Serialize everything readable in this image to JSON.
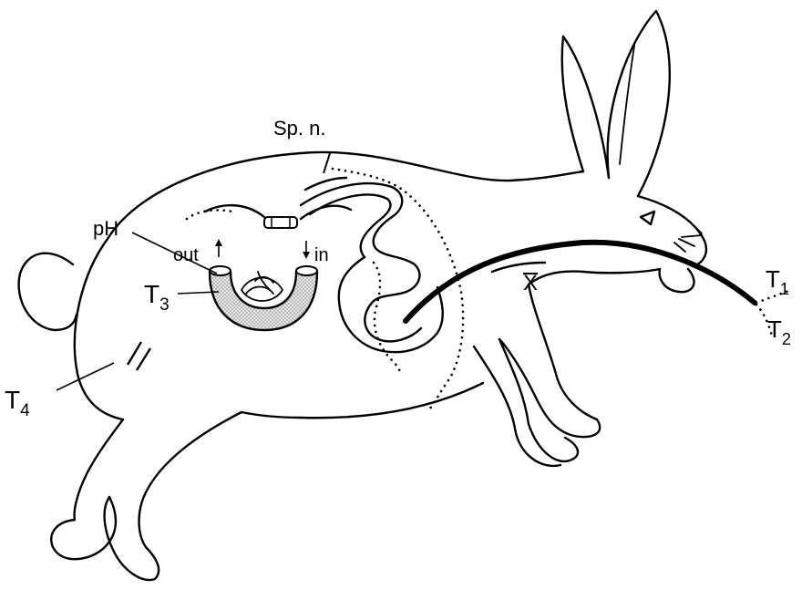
{
  "labels": {
    "sp_n": "Sp. n.",
    "ph": "pH",
    "out": "out",
    "in": "in",
    "t3_main": "T",
    "t3_sub": "3",
    "t4_main": "T",
    "t4_sub": "4",
    "t1_main": "T",
    "t1_sub": "1",
    "t2_main": "T",
    "t2_sub": "2",
    "x": "X"
  },
  "colors": {
    "ink": "#000000",
    "cannula_fill": "#d9d9d9",
    "background": "#ffffff"
  }
}
